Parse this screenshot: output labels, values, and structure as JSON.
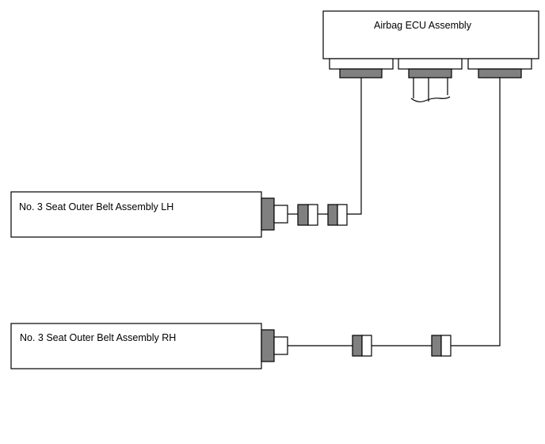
{
  "diagram": {
    "ecu": {
      "label": "Airbag ECU Assembly"
    },
    "belt_lh": {
      "label": "No. 3 Seat Outer Belt Assembly LH"
    },
    "belt_rh": {
      "label": "No. 3 Seat Outer Belt Assembly RH"
    }
  },
  "colors": {
    "connector_fill": "#808080",
    "line": "#000000",
    "background": "#ffffff"
  }
}
